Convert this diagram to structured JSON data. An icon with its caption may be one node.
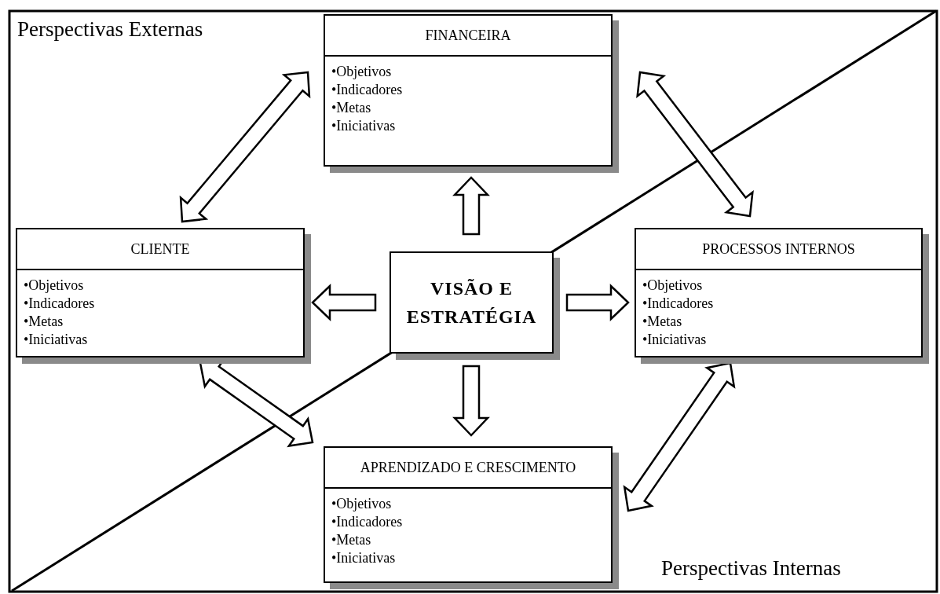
{
  "diagram": {
    "nodes": [
      {
        "text": [
          "FINANCEIRA",
          "•Objetivos",
          "•Indicadores",
          "•Metas",
          "•Iniciativas"
        ]
      },
      {
        "text": [
          "CLIENTE",
          "•Objetivos",
          "•Indicadores",
          "•Metas",
          "•Iniciativas"
        ]
      },
      {
        "text": [
          "VISÃO E ESTRATÉGIA"
        ]
      },
      {
        "text": [
          "PROCESSOS INTERNOS",
          "•Objetivos",
          "•Indicadores",
          "•Metas",
          "•Iniciativas"
        ]
      },
      {
        "text": [
          "APRENDIZADO E CRESCIMENTO",
          "•Objetivos",
          "•Indicadores",
          "•Metas",
          "•Iniciativas"
        ]
      }
    ],
    "edges": [
      {
        "from": 2,
        "to": 0,
        "arrow": "to"
      },
      {
        "from": 2,
        "to": 1,
        "arrow": "to"
      },
      {
        "from": 2,
        "to": 3,
        "arrow": "to"
      },
      {
        "from": 2,
        "to": 4,
        "arrow": "to"
      },
      {
        "from": 0,
        "to": 1,
        "arrow": "both"
      },
      {
        "from": 0,
        "to": 3,
        "arrow": "both"
      },
      {
        "from": 1,
        "to": 4,
        "arrow": "both"
      },
      {
        "from": 3,
        "to": 4,
        "arrow": "both"
      }
    ],
    "labels": [
      "Perspectivas Externas",
      "Perspectivas Internas"
    ]
  }
}
